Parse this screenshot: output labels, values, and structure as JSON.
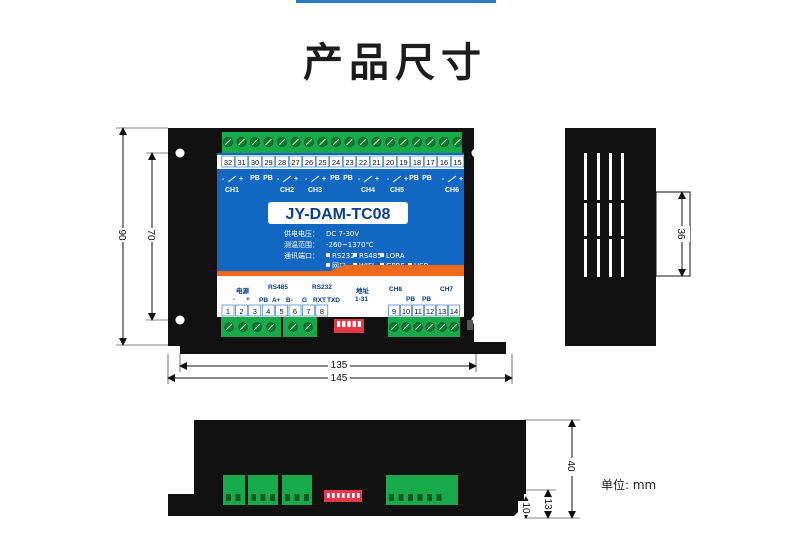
{
  "header": {
    "title": "产品尺寸"
  },
  "model": "JY-DAM-TC08",
  "specs": {
    "power_label": "供电电压：",
    "power_value": "DC 7-30V",
    "temp_label": "测温范围：",
    "temp_value": "-260~1370℃",
    "comm_label": "通讯端口：",
    "ports": [
      "RS232",
      "RS485",
      "LORA",
      "网口",
      "WIFI",
      "GPRS",
      "USB"
    ]
  },
  "top_pins": [
    "32",
    "31",
    "30",
    "29",
    "28",
    "27",
    "26",
    "25",
    "24",
    "23",
    "22",
    "21",
    "20",
    "19",
    "18",
    "17",
    "16",
    "15"
  ],
  "top_channels": [
    "CH1",
    "CH2",
    "CH3",
    "CH4",
    "CH5",
    "CH6"
  ],
  "top_marks": [
    "PB",
    "PB",
    "PB",
    "PB",
    "PB",
    "PB"
  ],
  "pol": {
    "minus": "-",
    "plus": "+"
  },
  "bottom_pins_left": [
    "1",
    "2",
    "3",
    "4",
    "5",
    "6",
    "7",
    "8"
  ],
  "bottom_pins_right": [
    "9",
    "10",
    "11",
    "12",
    "13",
    "14"
  ],
  "bottom_labels": {
    "power": "电源",
    "rs485": "RS485",
    "rs232": "RS232",
    "pb": "PB",
    "a_plus": "A+",
    "b_minus": "B-",
    "g": "G",
    "rxt": "RXT",
    "txd": "TXD",
    "address": "地址",
    "address_range": "1-31",
    "ch8": "CH8",
    "ch7": "CH7"
  },
  "dims": {
    "h90": "90",
    "h70": "70",
    "w135": "135",
    "w145": "145",
    "h36": "36",
    "h40": "40",
    "h13": "13",
    "h10": "10"
  },
  "unit_label": "单位:  mm",
  "colors": {
    "panel_blue": "#1167c2",
    "terminal_green": "#18a94a",
    "accent_orange": "#f0691b",
    "housing": "#111111"
  }
}
